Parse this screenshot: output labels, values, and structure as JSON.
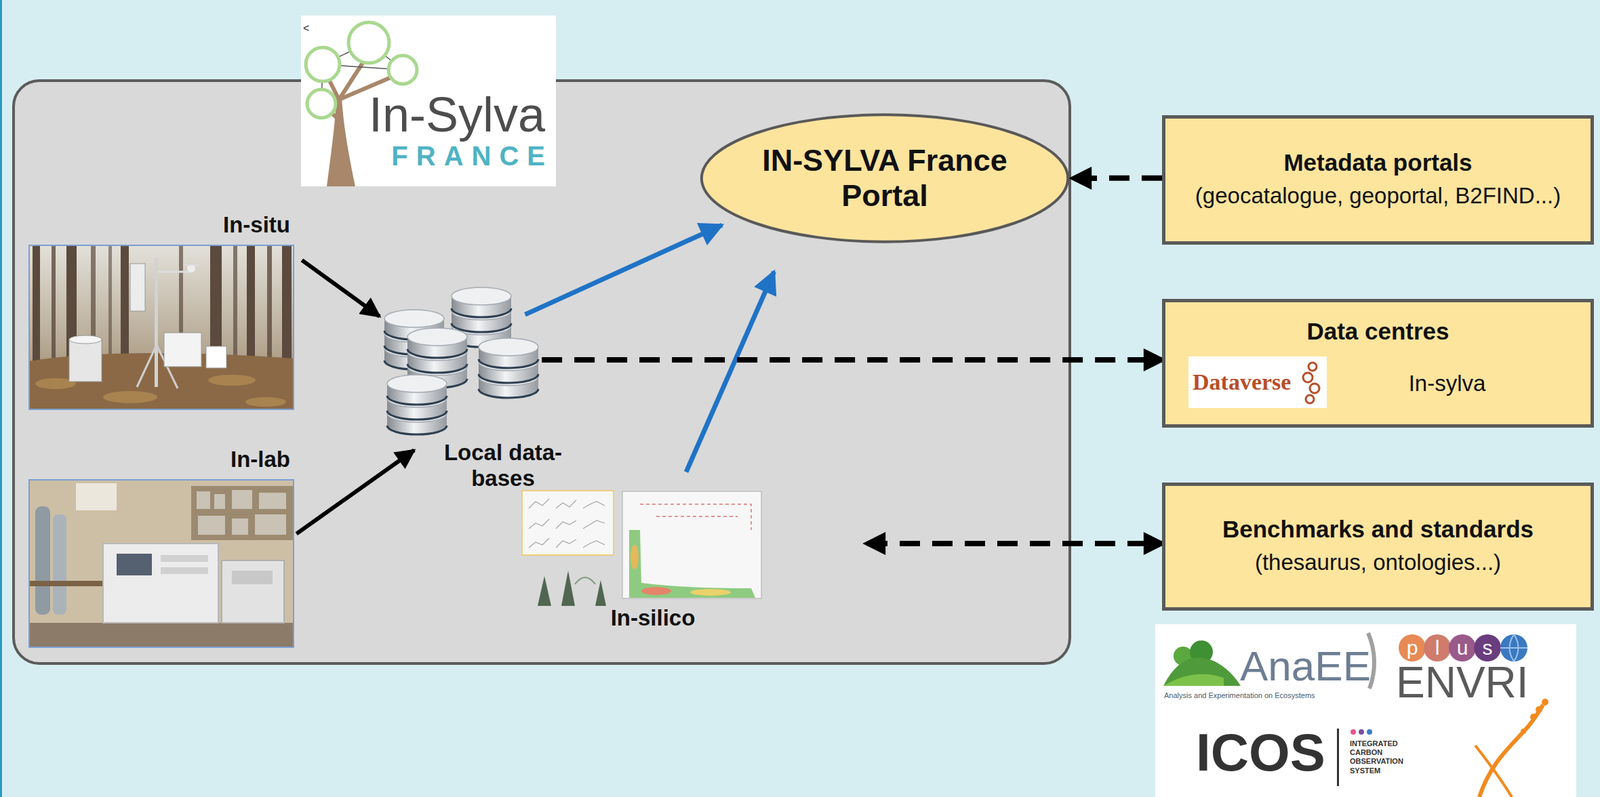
{
  "diagram": {
    "nodes": [
      {
        "text": [
          "In-Sylva",
          "FRANCE"
        ]
      },
      {
        "text": [
          "In-situ"
        ],
        "in": 0
      },
      {
        "text": [
          "In-lab"
        ],
        "in": 0
      },
      {
        "text": [
          "Local data- bases"
        ],
        "in": 0
      },
      {
        "text": [
          "IN-SYLVA France Portal"
        ],
        "in": 0
      },
      {
        "text": [
          "In-silico"
        ],
        "in": 0
      },
      {
        "text": [
          "Metadata portals",
          "(geocatalogue, geoportal, B2FIND...)"
        ]
      },
      {
        "text": [
          "Data centres",
          "Dataverse",
          "In-sylva"
        ]
      },
      {
        "text": [
          "Benchmarks and standards",
          "(thesaurus, ontologies...)"
        ]
      }
    ],
    "edges": [
      {
        "from": 1,
        "to": 3,
        "arrow": "to"
      },
      {
        "from": 2,
        "to": 3,
        "arrow": "to"
      },
      {
        "from": 3,
        "to": 4,
        "arrow": "to"
      },
      {
        "from": 5,
        "to": 4,
        "arrow": "to"
      },
      {
        "from": 6,
        "to": 4,
        "arrow": "to"
      },
      {
        "from": 3,
        "to": 7,
        "arrow": "to"
      },
      {
        "from": 5,
        "to": 8,
        "arrow": "both"
      }
    ],
    "labels": [
      "<",
      "AnaEE",
      "Analysis and Experimentation on Ecosystems",
      "p",
      "l",
      "u",
      "s",
      "ENVRI",
      "ICOS",
      "INTEGRATED CARBON OBSERVATION SYSTEM"
    ]
  }
}
